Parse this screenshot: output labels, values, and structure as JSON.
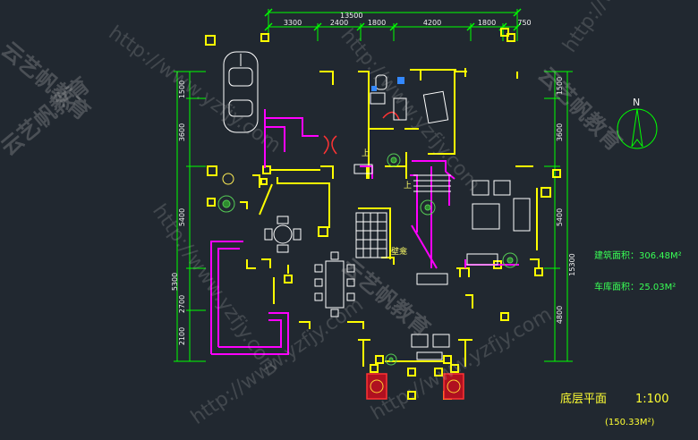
{
  "drawing": {
    "title": "底层平面",
    "scale": "1:100",
    "area_note": "(150.33M²)",
    "building_area": "建筑面积：306.48M²",
    "garage_area": "车库面积：25.03M²",
    "north_label": "N",
    "room_labels": {
      "niche": "壁龛",
      "up1": "上",
      "up2": "上"
    }
  },
  "dimensions": {
    "top_overall": "13500",
    "top_row": [
      "3300",
      "2400",
      "1800",
      "4200",
      "1800",
      "750"
    ],
    "left": [
      "1500",
      "3600",
      "5400",
      "5300",
      "2700",
      "2100"
    ],
    "right": [
      "1500",
      "3600",
      "5400",
      "15300",
      "4800"
    ]
  },
  "watermark": {
    "cn": "云艺帆教育",
    "url": "http://www.yzfjy.com"
  },
  "colors": {
    "background": "#212830",
    "walls": "#ffff00",
    "dimension": "#00ff00",
    "furniture": "#ffffff",
    "accent": "#ff00ff",
    "text_green": "#39ff55"
  }
}
